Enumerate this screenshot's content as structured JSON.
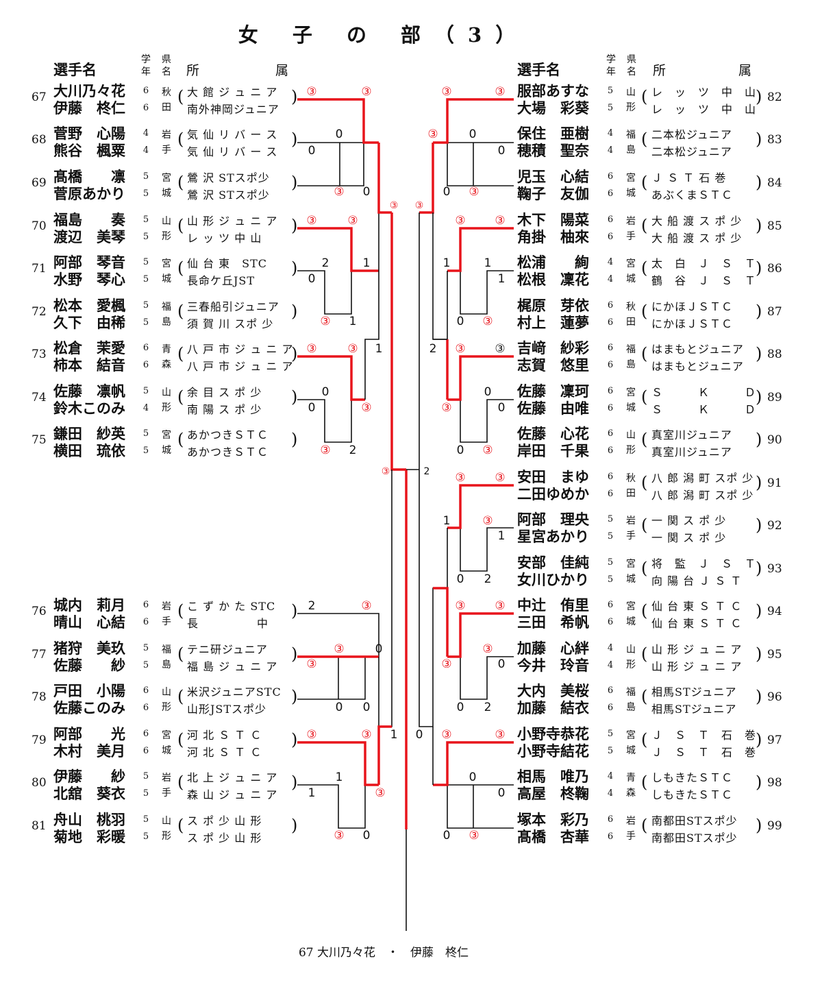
{
  "title": "女 子 の 部（3）",
  "headers": {
    "player": "選手名",
    "grade": [
      "学",
      "年"
    ],
    "pref": [
      "県",
      "名"
    ],
    "club_a": "所",
    "club_b": "属"
  },
  "left_teams": [
    {
      "no": "67",
      "players": [
        "大川乃々花",
        "伊藤　柊仁"
      ],
      "grades": [
        "6",
        "6"
      ],
      "pref": [
        "秋",
        "田"
      ],
      "clubs": [
        "大 館 ジ ュ ニ ア",
        "南外神岡ジュニア"
      ]
    },
    {
      "no": "68",
      "players": [
        "菅野　心陽",
        "熊谷　楓粟"
      ],
      "grades": [
        "4",
        "4"
      ],
      "pref": [
        "岩",
        "手"
      ],
      "clubs": [
        "気 仙 リ バ ー ス",
        "気 仙 リ バ ー ス"
      ]
    },
    {
      "no": "69",
      "players": [
        "髙橋　　凛",
        "菅原あかり"
      ],
      "grades": [
        "5",
        "5"
      ],
      "pref": [
        "宮",
        "城"
      ],
      "clubs": [
        "鶯 沢 STスポ少",
        "鶯 沢 STスポ少"
      ]
    },
    {
      "no": "70",
      "players": [
        "福島　　奏",
        "渡辺　美琴"
      ],
      "grades": [
        "5",
        "5"
      ],
      "pref": [
        "山",
        "形"
      ],
      "clubs": [
        "山 形 ジ ュ ニ ア",
        "レ ッ ツ 中 山"
      ]
    },
    {
      "no": "71",
      "players": [
        "阿部　琴音",
        "水野　琴心"
      ],
      "grades": [
        "5",
        "5"
      ],
      "pref": [
        "宮",
        "城"
      ],
      "clubs": [
        "仙 台 東　STC",
        "長命ケ丘JST"
      ]
    },
    {
      "no": "72",
      "players": [
        "松本　愛楓",
        "久下　由稀"
      ],
      "grades": [
        "5",
        "5"
      ],
      "pref": [
        "福",
        "島"
      ],
      "clubs": [
        "三春船引ジュニア",
        "須 賀 川 スポ 少"
      ]
    },
    {
      "no": "73",
      "players": [
        "松倉　茉愛",
        "柿本　結音"
      ],
      "grades": [
        "6",
        "6"
      ],
      "pref": [
        "青",
        "森"
      ],
      "clubs": [
        "八 戸 市 ジ ュ ニ ア",
        "八 戸 市 ジ ュ ニ ア"
      ]
    },
    {
      "no": "74",
      "players": [
        "佐藤　凛帆",
        "鈴木このみ"
      ],
      "grades": [
        "5",
        "4"
      ],
      "pref": [
        "山",
        "形"
      ],
      "clubs": [
        "余 目 ス ポ 少",
        "南 陽 ス ポ 少"
      ]
    },
    {
      "no": "75",
      "players": [
        "鎌田　紗英",
        "横田　琉依"
      ],
      "grades": [
        "5",
        "5"
      ],
      "pref": [
        "宮",
        "城"
      ],
      "clubs": [
        "あかつきＳＴＣ",
        "あかつきＳＴＣ"
      ]
    },
    {
      "no": "76",
      "players": [
        "城内　莉月",
        "晴山　心結"
      ],
      "grades": [
        "6",
        "6"
      ],
      "pref": [
        "岩",
        "手"
      ],
      "clubs": [
        "こ ず か た STC",
        "長　　　　　中"
      ]
    },
    {
      "no": "77",
      "players": [
        "猪狩　美玖",
        "佐藤　　紗"
      ],
      "grades": [
        "5",
        "5"
      ],
      "pref": [
        "福",
        "島"
      ],
      "clubs": [
        "テニ研ジュニア",
        "福 島 ジ ュ ニ ア"
      ]
    },
    {
      "no": "78",
      "players": [
        "戸田　小陽",
        "佐藤このみ"
      ],
      "grades": [
        "6",
        "6"
      ],
      "pref": [
        "山",
        "形"
      ],
      "clubs": [
        "米沢ジュニアSTC",
        "山形JSTスポ少"
      ]
    },
    {
      "no": "79",
      "players": [
        "阿部　　光",
        "木村　美月"
      ],
      "grades": [
        "6",
        "6"
      ],
      "pref": [
        "宮",
        "城"
      ],
      "clubs": [
        "河 北 Ｓ Ｔ Ｃ",
        "河 北 Ｓ Ｔ Ｃ"
      ]
    },
    {
      "no": "80",
      "players": [
        "伊藤　　紗",
        "北舘　葵衣"
      ],
      "grades": [
        "5",
        "5"
      ],
      "pref": [
        "岩",
        "手"
      ],
      "clubs": [
        "北 上 ジ ュ ニ ア",
        "森 山 ジ ュ ニ ア"
      ]
    },
    {
      "no": "81",
      "players": [
        "舟山　桃羽",
        "菊地　彩暖"
      ],
      "grades": [
        "5",
        "5"
      ],
      "pref": [
        "山",
        "形"
      ],
      "clubs": [
        "ス ポ 少 山 形",
        "ス ポ 少 山 形"
      ]
    }
  ],
  "right_teams": [
    {
      "no": "82",
      "players": [
        "服部あすな",
        "大場　彩葵"
      ],
      "grades": [
        "5",
        "5"
      ],
      "pref": [
        "山",
        "形"
      ],
      "clubs": [
        "レ　ッ　ツ　中　山",
        "レ　ッ　ツ　中　山"
      ]
    },
    {
      "no": "83",
      "players": [
        "保住　亜樹",
        "穂積　聖奈"
      ],
      "grades": [
        "4",
        "4"
      ],
      "pref": [
        "福",
        "島"
      ],
      "clubs": [
        "二本松ジュニア",
        "二本松ジュニア"
      ]
    },
    {
      "no": "84",
      "players": [
        "児玉　心結",
        "鞠子　友伽"
      ],
      "grades": [
        "6",
        "6"
      ],
      "pref": [
        "宮",
        "城"
      ],
      "clubs": [
        "Ｊ Ｓ Ｔ 石 巻",
        "あぶくまＳＴＣ"
      ]
    },
    {
      "no": "85",
      "players": [
        "木下　陽菜",
        "角掛　柚來"
      ],
      "grades": [
        "6",
        "6"
      ],
      "pref": [
        "岩",
        "手"
      ],
      "clubs": [
        "大 船 渡 ス ポ 少",
        "大 船 渡 ス ポ 少"
      ]
    },
    {
      "no": "86",
      "players": [
        "松浦　　絢",
        "松根　凜花"
      ],
      "grades": [
        "4",
        "4"
      ],
      "pref": [
        "宮",
        "城"
      ],
      "clubs": [
        "太　白　Ｊ　Ｓ　Ｔ",
        "鶴　谷　Ｊ　Ｓ　Ｔ"
      ]
    },
    {
      "no": "87",
      "players": [
        "梶原　芽依",
        "村上　蓮夢"
      ],
      "grades": [
        "6",
        "6"
      ],
      "pref": [
        "秋",
        "田"
      ],
      "clubs": [
        "にかほＪＳＴＣ",
        "にかほＪＳＴＣ"
      ]
    },
    {
      "no": "88",
      "players": [
        "吉﨑　紗彩",
        "志賀　悠里"
      ],
      "grades": [
        "6",
        "6"
      ],
      "pref": [
        "福",
        "島"
      ],
      "clubs": [
        "はまもとジュニア",
        "はまもとジュニア"
      ]
    },
    {
      "no": "89",
      "players": [
        "佐藤　凜珂",
        "佐藤　由唯"
      ],
      "grades": [
        "6",
        "6"
      ],
      "pref": [
        "宮",
        "城"
      ],
      "clubs": [
        "Ｓ　　　Ｋ　　　Ｄ",
        "Ｓ　　　Ｋ　　　Ｄ"
      ]
    },
    {
      "no": "90",
      "players": [
        "佐藤　心花",
        "岸田　千果"
      ],
      "grades": [
        "6",
        "6"
      ],
      "pref": [
        "山",
        "形"
      ],
      "clubs": [
        "真室川ジュニア",
        "真室川ジュニア"
      ]
    },
    {
      "no": "91",
      "players": [
        "安田　まゆ",
        "二田ゆめか"
      ],
      "grades": [
        "6",
        "6"
      ],
      "pref": [
        "秋",
        "田"
      ],
      "clubs": [
        "八 郎 潟 町 スポ 少",
        "八 郎 潟 町 スポ 少"
      ]
    },
    {
      "no": "92",
      "players": [
        "阿部　理央",
        "星宮あかり"
      ],
      "grades": [
        "5",
        "5"
      ],
      "pref": [
        "岩",
        "手"
      ],
      "clubs": [
        "一 関 ス ポ 少",
        "一 関 ス ポ 少"
      ]
    },
    {
      "no": "93",
      "players": [
        "安部　佳純",
        "女川ひかり"
      ],
      "grades": [
        "5",
        "5"
      ],
      "pref": [
        "宮",
        "城"
      ],
      "clubs": [
        "将　監　Ｊ　Ｓ　Ｔ",
        "向 陽 台 Ｊ Ｓ Ｔ"
      ]
    },
    {
      "no": "94",
      "players": [
        "中辻　侑里",
        "三田　希帆"
      ],
      "grades": [
        "6",
        "6"
      ],
      "pref": [
        "宮",
        "城"
      ],
      "clubs": [
        "仙 台 東 Ｓ Ｔ Ｃ",
        "仙 台 東 Ｓ Ｔ Ｃ"
      ]
    },
    {
      "no": "95",
      "players": [
        "加藤　心絆",
        "今井　玲音"
      ],
      "grades": [
        "4",
        "4"
      ],
      "pref": [
        "山",
        "形"
      ],
      "clubs": [
        "山 形 ジ ュ ニ ア",
        "山 形 ジ ュ ニ ア"
      ]
    },
    {
      "no": "96",
      "players": [
        "大内　美桜",
        "加藤　結衣"
      ],
      "grades": [
        "6",
        "6"
      ],
      "pref": [
        "福",
        "島"
      ],
      "clubs": [
        "相馬STジュニア",
        "相馬STジュニア"
      ]
    },
    {
      "no": "97",
      "players": [
        "小野寺恭花",
        "小野寺結花"
      ],
      "grades": [
        "5",
        "5"
      ],
      "pref": [
        "宮",
        "城"
      ],
      "clubs": [
        "Ｊ　Ｓ　Ｔ　石　巻",
        "Ｊ　Ｓ　Ｔ　石　巻"
      ]
    },
    {
      "no": "98",
      "players": [
        "相馬　唯乃",
        "高屋　柊鞠"
      ],
      "grades": [
        "4",
        "4"
      ],
      "pref": [
        "青",
        "森"
      ],
      "clubs": [
        "しもきたＳＴＣ",
        "しもきたＳＴＣ"
      ]
    },
    {
      "no": "99",
      "players": [
        "塚本　彩乃",
        "髙橋　杏華"
      ],
      "grades": [
        "6",
        "6"
      ],
      "pref": [
        "岩",
        "手"
      ],
      "clubs": [
        "南都田STスポ少",
        "南都田STスポ少"
      ]
    }
  ],
  "winner": "67 大川乃々花　・　伊藤　柊仁",
  "colors": {
    "win": "#e8141b",
    "line": "#111111"
  }
}
